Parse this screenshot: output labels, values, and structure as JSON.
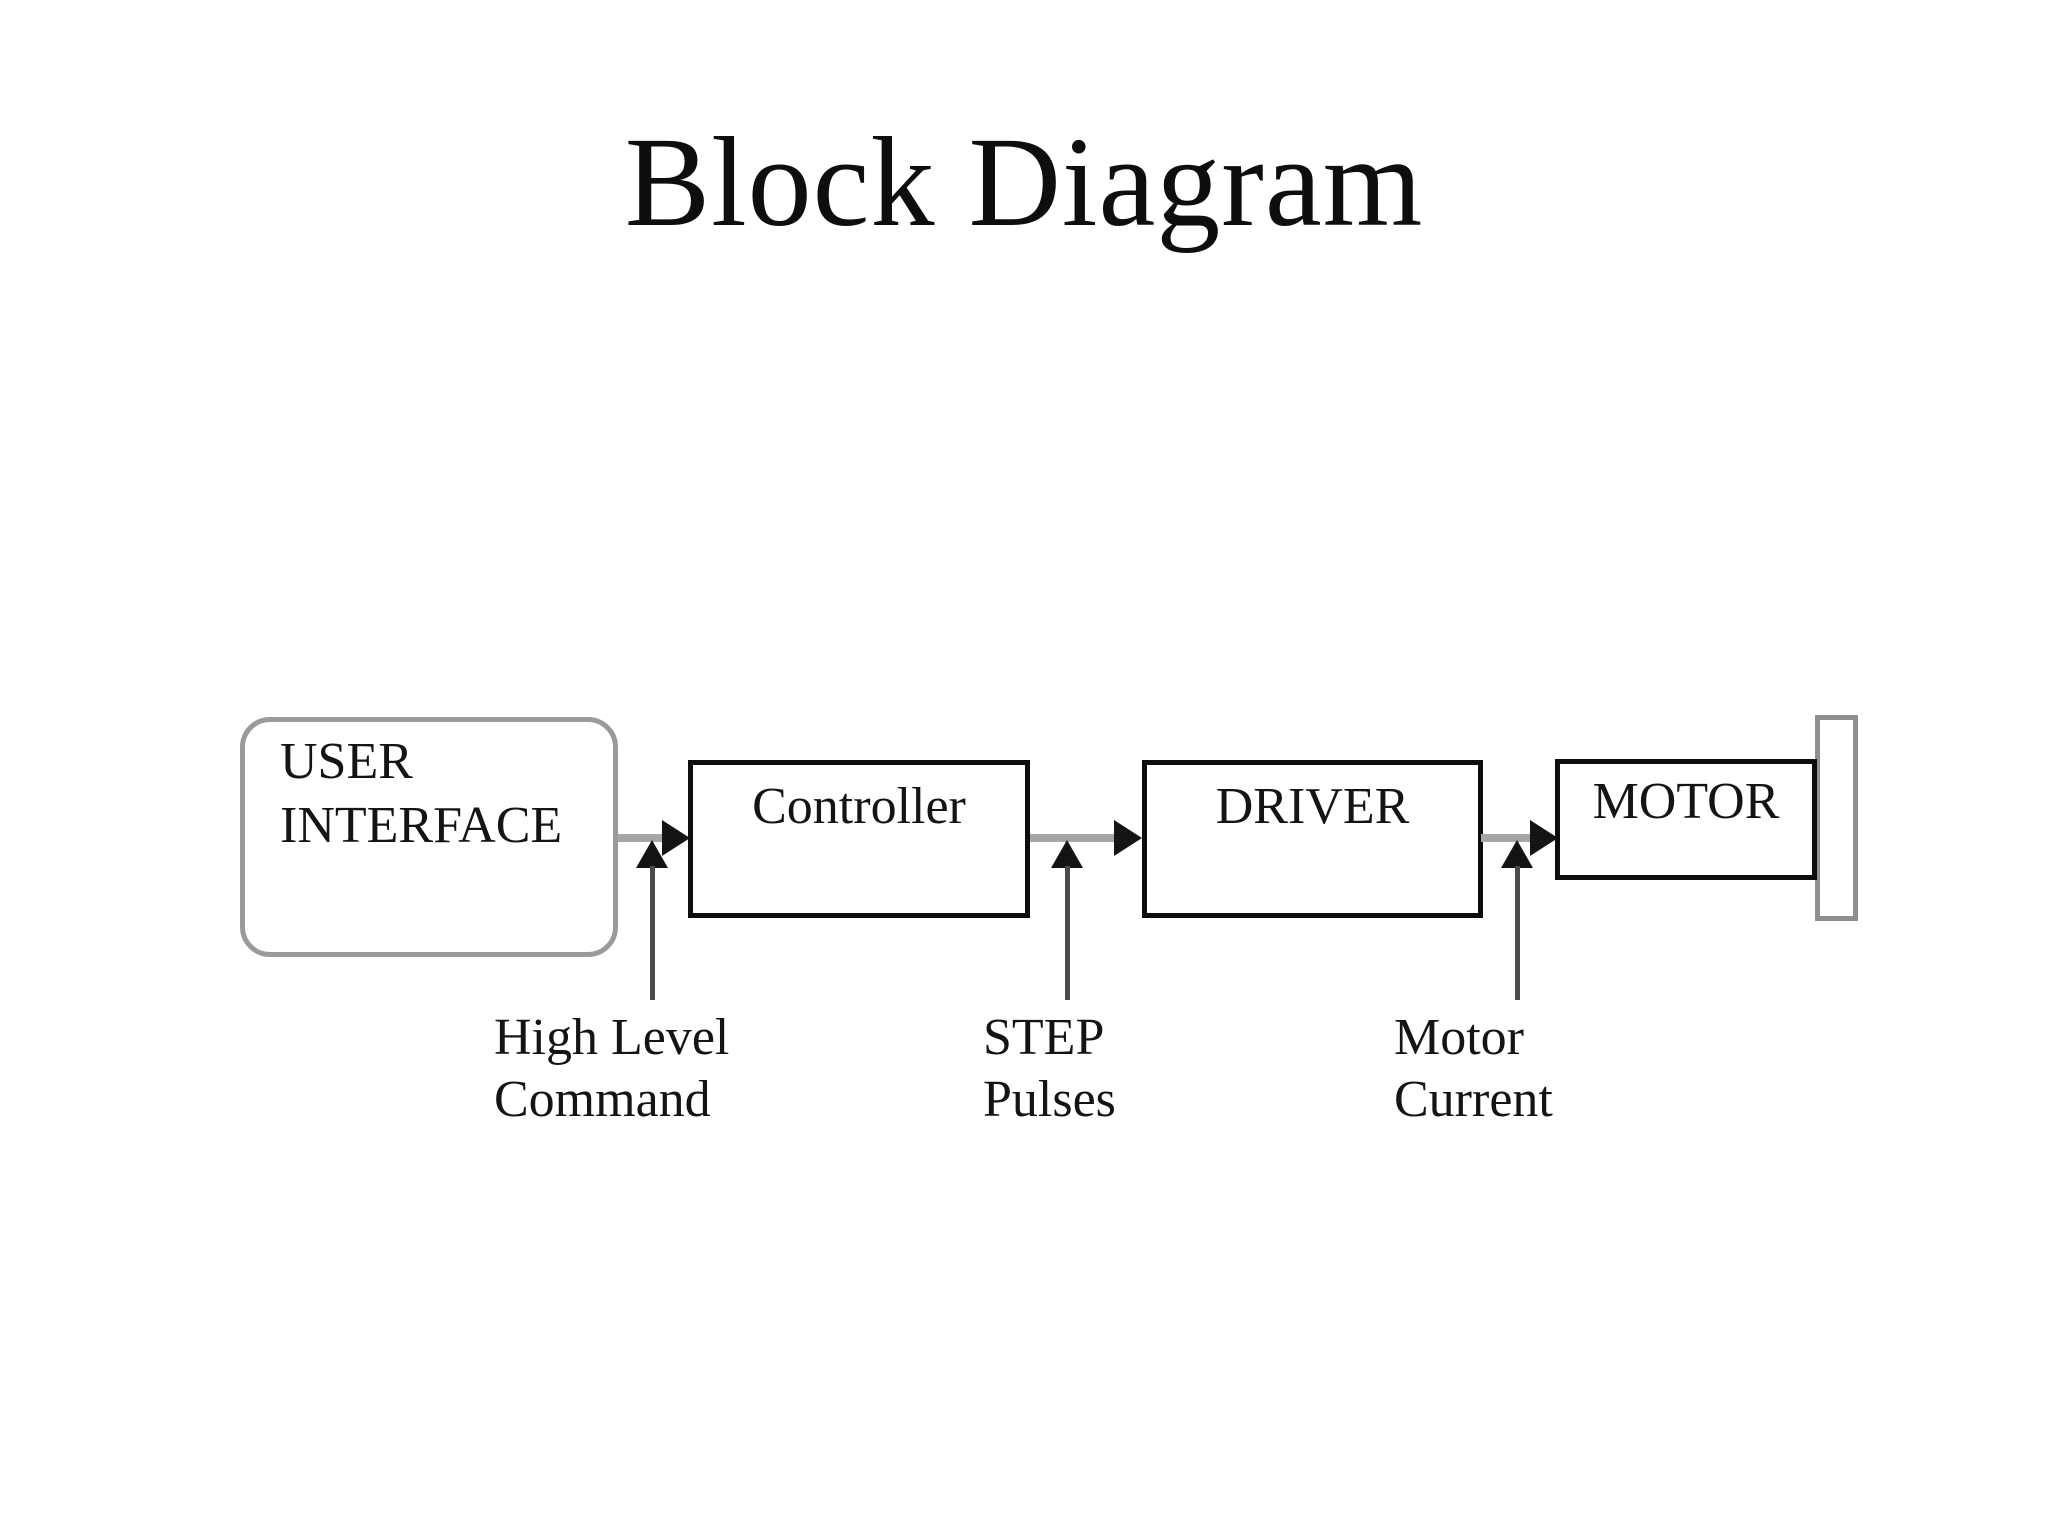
{
  "slide": {
    "title": "Block Diagram"
  },
  "nodes": {
    "user_interface": {
      "label": "USER INTERFACE"
    },
    "controller": {
      "label": "Controller"
    },
    "driver": {
      "label": "DRIVER"
    },
    "motor": {
      "label": "MOTOR"
    }
  },
  "signal_labels": {
    "high_level_command": {
      "label": "High Level\nCommand"
    },
    "step_pulses": {
      "label": "STEP\nPulses"
    },
    "motor_current": {
      "label": "Motor\nCurrent"
    }
  },
  "colors": {
    "background": "#ffffff",
    "box_border_black": "#0d0d0d",
    "box_border_gray": "#9a9a9a",
    "connector_gray": "#a6a6a6",
    "arrow_black": "#141414",
    "text": "#141414"
  }
}
